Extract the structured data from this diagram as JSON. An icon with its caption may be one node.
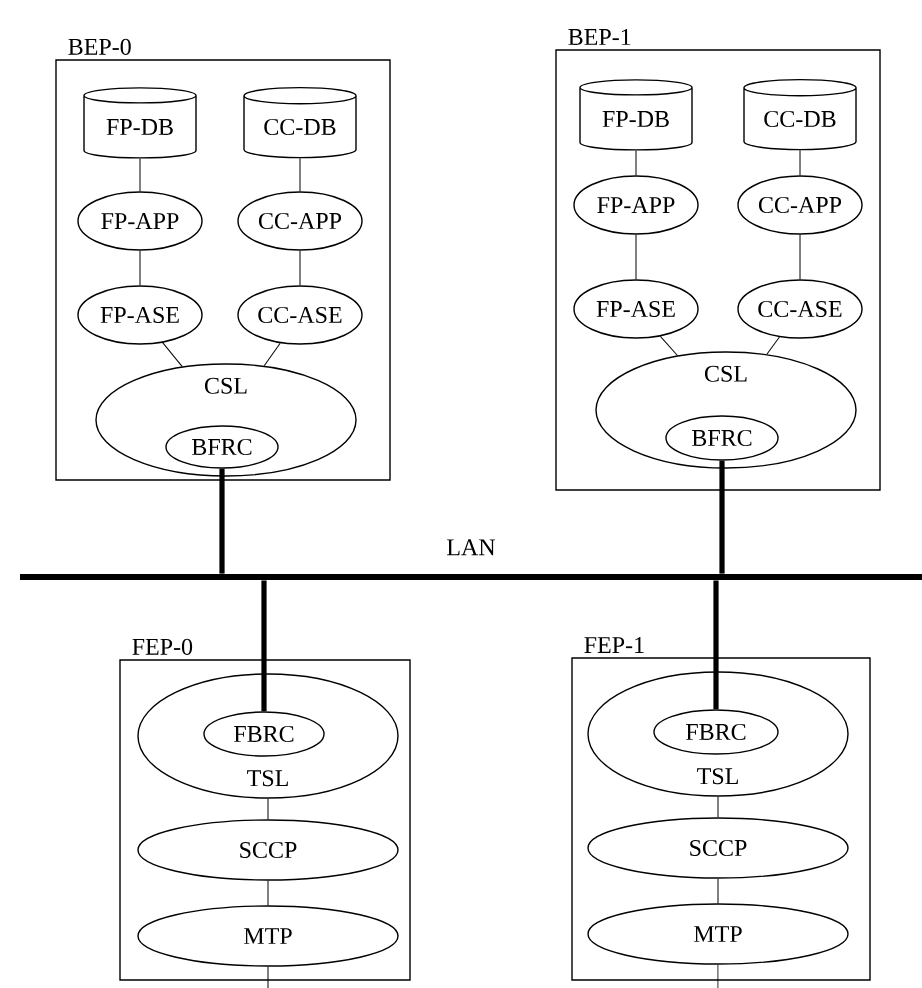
{
  "diagram": {
    "nodes": [
      {
        "text": [
          "BEP-0"
        ]
      },
      {
        "text": [
          "FP-DB"
        ],
        "in": 0
      },
      {
        "text": [
          "CC-DB"
        ],
        "in": 0
      },
      {
        "text": [
          "FP-APP"
        ],
        "in": 0
      },
      {
        "text": [
          "CC-APP"
        ],
        "in": 0
      },
      {
        "text": [
          "FP-ASE"
        ],
        "in": 0
      },
      {
        "text": [
          "CC-ASE"
        ],
        "in": 0
      },
      {
        "text": [
          "CSL"
        ],
        "in": 0
      },
      {
        "text": [
          "BFRC"
        ],
        "in": 7
      },
      {
        "text": [
          "BEP-1"
        ]
      },
      {
        "text": [
          "FP-DB"
        ],
        "in": 9
      },
      {
        "text": [
          "CC-DB"
        ],
        "in": 9
      },
      {
        "text": [
          "FP-APP"
        ],
        "in": 9
      },
      {
        "text": [
          "CC-APP"
        ],
        "in": 9
      },
      {
        "text": [
          "FP-ASE"
        ],
        "in": 9
      },
      {
        "text": [
          "CC-ASE"
        ],
        "in": 9
      },
      {
        "text": [
          "CSL"
        ],
        "in": 9
      },
      {
        "text": [
          "BFRC"
        ],
        "in": 16
      },
      {
        "text": [
          "LAN"
        ]
      },
      {
        "text": [
          "FEP-0"
        ]
      },
      {
        "text": [
          "TSL"
        ],
        "in": 19
      },
      {
        "text": [
          "FBRC"
        ],
        "in": 20
      },
      {
        "text": [
          "SCCP"
        ],
        "in": 19
      },
      {
        "text": [
          "MTP"
        ],
        "in": 19
      },
      {
        "text": [
          "FEP-1"
        ]
      },
      {
        "text": [
          "TSL"
        ],
        "in": 24
      },
      {
        "text": [
          "FBRC"
        ],
        "in": 25
      },
      {
        "text": [
          "SCCP"
        ],
        "in": 24
      },
      {
        "text": [
          "MTP"
        ],
        "in": 24
      }
    ],
    "edges": [
      {
        "from": 1,
        "to": 3,
        "arrow": "none"
      },
      {
        "from": 3,
        "to": 5,
        "arrow": "none"
      },
      {
        "from": 5,
        "to": 7,
        "arrow": "none"
      },
      {
        "from": 2,
        "to": 4,
        "arrow": "none"
      },
      {
        "from": 4,
        "to": 6,
        "arrow": "none"
      },
      {
        "from": 6,
        "to": 7,
        "arrow": "none"
      },
      {
        "from": 10,
        "to": 12,
        "arrow": "none"
      },
      {
        "from": 12,
        "to": 14,
        "arrow": "none"
      },
      {
        "from": 14,
        "to": 16,
        "arrow": "none"
      },
      {
        "from": 11,
        "to": 13,
        "arrow": "none"
      },
      {
        "from": 13,
        "to": 15,
        "arrow": "none"
      },
      {
        "from": 15,
        "to": 16,
        "arrow": "none"
      },
      {
        "from": 8,
        "to": 18,
        "arrow": "none",
        "style": "thick"
      },
      {
        "from": 17,
        "to": 18,
        "arrow": "none",
        "style": "thick"
      },
      {
        "from": 18,
        "to": 21,
        "arrow": "none",
        "style": "thick"
      },
      {
        "from": 18,
        "to": 26,
        "arrow": "none",
        "style": "thick"
      },
      {
        "from": 20,
        "to": 22,
        "arrow": "none"
      },
      {
        "from": 22,
        "to": 23,
        "arrow": "none"
      },
      {
        "from": 23,
        "to": null,
        "arrow": "none"
      },
      {
        "from": 25,
        "to": 27,
        "arrow": "none"
      },
      {
        "from": 27,
        "to": 28,
        "arrow": "none"
      },
      {
        "from": 28,
        "to": null,
        "arrow": "none"
      }
    ]
  }
}
